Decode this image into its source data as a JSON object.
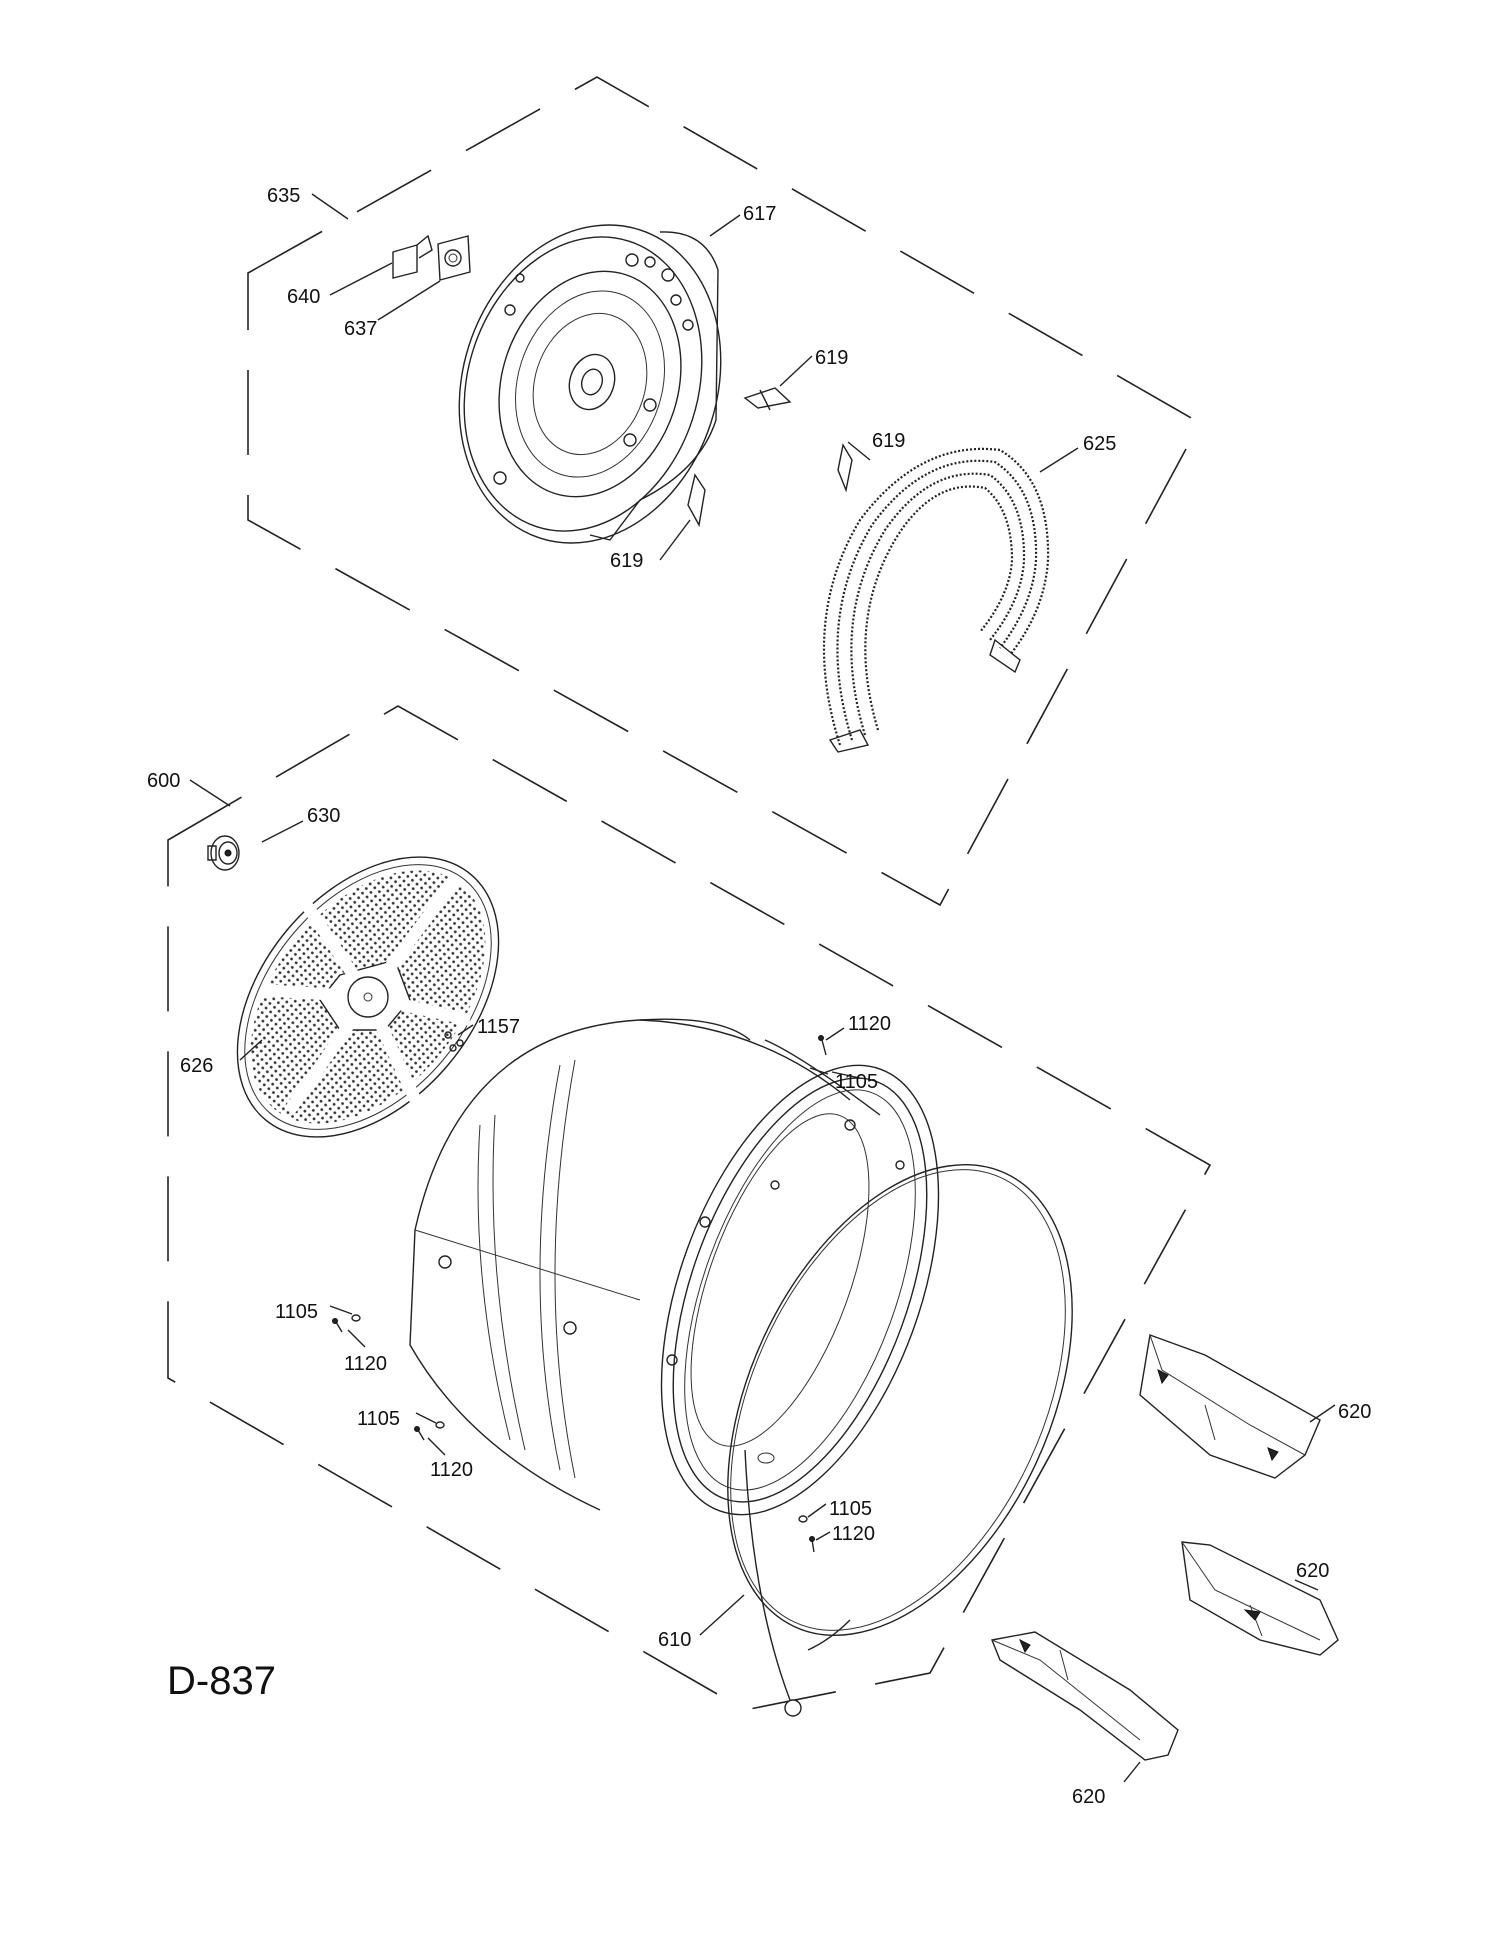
{
  "diagram_code": "D-837",
  "callouts": {
    "c635": "635",
    "c640": "640",
    "c637": "637",
    "c617": "617",
    "c619a": "619",
    "c619b": "619",
    "c619c": "619",
    "c625": "625",
    "c600": "600",
    "c630": "630",
    "c626": "626",
    "c1157": "1157",
    "c1120a": "1120",
    "c1105a": "1105",
    "c1105b": "1105",
    "c1120b": "1120",
    "c1105c": "1105",
    "c1120c": "1120",
    "c1105d": "1105",
    "c1120d": "1120",
    "c610": "610",
    "c620a": "620",
    "c620b": "620",
    "c620c": "620"
  }
}
